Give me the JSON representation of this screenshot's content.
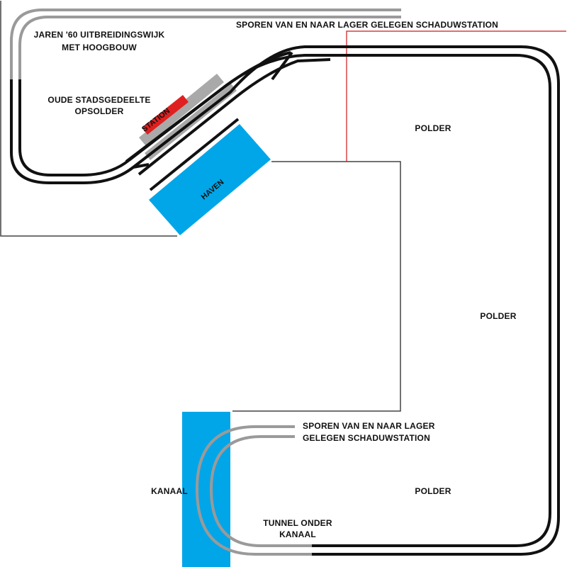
{
  "labels": {
    "jaren60_line1": "JAREN '60 UITBREIDINGSWIJK",
    "jaren60_line2": "MET HOOGBOUW",
    "oude_line1": "OUDE STADSGEDEELTE",
    "oude_line2": "OPSOLDER",
    "station": "STATION",
    "haven": "HAVEN",
    "sporen_top": "SPOREN VAN EN NAAR LAGER GELEGEN SCHADUWSTATION",
    "polder_top": "POLDER",
    "polder_mid": "POLDER",
    "polder_bottom": "POLDER",
    "sporen_bottom_line1": "SPOREN VAN EN NAAR LAGER",
    "sporen_bottom_line2": "GELEGEN SCHADUWSTATION",
    "kanaal": "KANAAL",
    "tunnel_line1": "TUNNEL ONDER",
    "tunnel_line2": "KANAAL"
  },
  "colors": {
    "track": "#111111",
    "hidden_track": "#9a9a9a",
    "platform": "#a9a9a9",
    "station": "#e02020",
    "water": "#00a6e8",
    "room_outline": "#444444",
    "wire": "#d01818"
  }
}
